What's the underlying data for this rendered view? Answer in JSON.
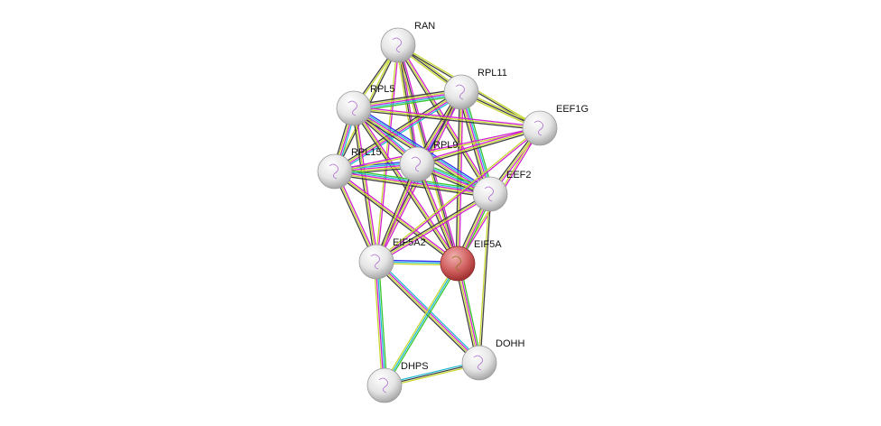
{
  "colors": {
    "neighborhood": "#3ac62e",
    "database": "#21bcd5",
    "experiments": "#d020d0",
    "textmining": "#c8d830",
    "coexpression": "#404040",
    "fusion": "#3030f0",
    "query_node": "#d05050",
    "node": "#e8e8e8"
  },
  "nodes": [
    {
      "id": "RAN",
      "label": "RAN",
      "query": false
    },
    {
      "id": "RPL11",
      "label": "RPL11",
      "query": false
    },
    {
      "id": "RPL5",
      "label": "RPL5",
      "query": false
    },
    {
      "id": "EEF1G",
      "label": "EEF1G",
      "query": false
    },
    {
      "id": "RPL15",
      "label": "RPL15",
      "query": false
    },
    {
      "id": "RPL9",
      "label": "RPL9",
      "query": false
    },
    {
      "id": "EEF2",
      "label": "EEF2",
      "query": false
    },
    {
      "id": "EIF5A2",
      "label": "EIF5A2",
      "query": false
    },
    {
      "id": "EIF5A",
      "label": "EIF5A",
      "query": true
    },
    {
      "id": "DOHH",
      "label": "DOHH",
      "query": false
    },
    {
      "id": "DHPS",
      "label": "DHPS",
      "query": false
    }
  ],
  "edges": [
    [
      "RAN",
      "RPL11",
      [
        "textmining",
        "coexpression",
        "textmining"
      ]
    ],
    [
      "RAN",
      "RPL5",
      [
        "textmining",
        "coexpression"
      ]
    ],
    [
      "RAN",
      "RPL15",
      [
        "coexpression",
        "textmining"
      ]
    ],
    [
      "RAN",
      "RPL9",
      [
        "experiments",
        "coexpression",
        "textmining"
      ]
    ],
    [
      "RAN",
      "EEF2",
      [
        "experiments",
        "textmining",
        "coexpression"
      ]
    ],
    [
      "RAN",
      "EIF5A",
      [
        "experiments",
        "coexpression",
        "textmining"
      ]
    ],
    [
      "RAN",
      "EIF5A2",
      [
        "experiments",
        "textmining"
      ]
    ],
    [
      "RAN",
      "EEF1G",
      [
        "textmining",
        "coexpression"
      ]
    ],
    [
      "RPL11",
      "RPL5",
      [
        "neighborhood",
        "database",
        "experiments",
        "textmining",
        "coexpression"
      ]
    ],
    [
      "RPL11",
      "RPL15",
      [
        "database",
        "experiments",
        "textmining",
        "coexpression"
      ]
    ],
    [
      "RPL11",
      "RPL9",
      [
        "fusion",
        "experiments",
        "textmining",
        "coexpression"
      ]
    ],
    [
      "RPL11",
      "EEF1G",
      [
        "textmining",
        "coexpression",
        "textmining"
      ]
    ],
    [
      "RPL11",
      "EEF2",
      [
        "neighborhood",
        "database",
        "experiments",
        "textmining",
        "coexpression"
      ]
    ],
    [
      "RPL11",
      "EIF5A",
      [
        "experiments",
        "textmining",
        "coexpression"
      ]
    ],
    [
      "RPL11",
      "EIF5A2",
      [
        "experiments",
        "textmining",
        "coexpression"
      ]
    ],
    [
      "RPL5",
      "RPL15",
      [
        "database",
        "experiments",
        "textmining",
        "coexpression"
      ]
    ],
    [
      "RPL5",
      "RPL9",
      [
        "database",
        "experiments",
        "textmining",
        "coexpression"
      ]
    ],
    [
      "RPL5",
      "EEF1G",
      [
        "experiments",
        "textmining",
        "coexpression"
      ]
    ],
    [
      "RPL5",
      "EEF2",
      [
        "fusion",
        "database",
        "experiments",
        "textmining",
        "coexpression"
      ]
    ],
    [
      "RPL5",
      "EIF5A",
      [
        "experiments",
        "textmining",
        "coexpression"
      ]
    ],
    [
      "RPL5",
      "EIF5A2",
      [
        "experiments",
        "textmining",
        "coexpression"
      ]
    ],
    [
      "RPL15",
      "RPL9",
      [
        "fusion",
        "database",
        "experiments",
        "textmining",
        "coexpression"
      ]
    ],
    [
      "RPL15",
      "EEF1G",
      [
        "experiments",
        "textmining"
      ]
    ],
    [
      "RPL15",
      "EEF2",
      [
        "neighborhood",
        "database",
        "experiments",
        "textmining",
        "coexpression"
      ]
    ],
    [
      "RPL15",
      "EIF5A",
      [
        "experiments",
        "textmining",
        "coexpression"
      ]
    ],
    [
      "RPL15",
      "EIF5A2",
      [
        "experiments",
        "textmining",
        "coexpression"
      ]
    ],
    [
      "RPL9",
      "EEF1G",
      [
        "experiments",
        "textmining",
        "coexpression"
      ]
    ],
    [
      "RPL9",
      "EEF2",
      [
        "neighborhood",
        "database",
        "experiments",
        "textmining",
        "coexpression"
      ]
    ],
    [
      "RPL9",
      "EIF5A",
      [
        "experiments",
        "textmining",
        "coexpression"
      ]
    ],
    [
      "RPL9",
      "EIF5A2",
      [
        "experiments",
        "textmining",
        "coexpression"
      ]
    ],
    [
      "EEF1G",
      "EEF2",
      [
        "experiments",
        "textmining",
        "coexpression"
      ]
    ],
    [
      "EEF1G",
      "EIF5A",
      [
        "experiments",
        "textmining"
      ]
    ],
    [
      "EEF1G",
      "EIF5A2",
      [
        "experiments",
        "textmining"
      ]
    ],
    [
      "EEF2",
      "EIF5A",
      [
        "neighborhood",
        "experiments",
        "textmining",
        "coexpression"
      ]
    ],
    [
      "EEF2",
      "EIF5A2",
      [
        "experiments",
        "textmining",
        "coexpression"
      ]
    ],
    [
      "EEF2",
      "DOHH",
      [
        "coexpression",
        "textmining"
      ]
    ],
    [
      "EIF5A2",
      "EIF5A",
      [
        "fusion",
        "database",
        "textmining"
      ]
    ],
    [
      "EIF5A2",
      "DOHH",
      [
        "database",
        "experiments",
        "textmining",
        "coexpression"
      ]
    ],
    [
      "EIF5A2",
      "DHPS",
      [
        "neighborhood",
        "database",
        "experiments",
        "textmining"
      ]
    ],
    [
      "EIF5A",
      "DOHH",
      [
        "neighborhood",
        "experiments",
        "textmining",
        "coexpression"
      ]
    ],
    [
      "EIF5A",
      "DHPS",
      [
        "neighborhood",
        "database",
        "textmining"
      ]
    ],
    [
      "DHPS",
      "DOHH",
      [
        "database",
        "coexpression",
        "textmining"
      ]
    ]
  ]
}
